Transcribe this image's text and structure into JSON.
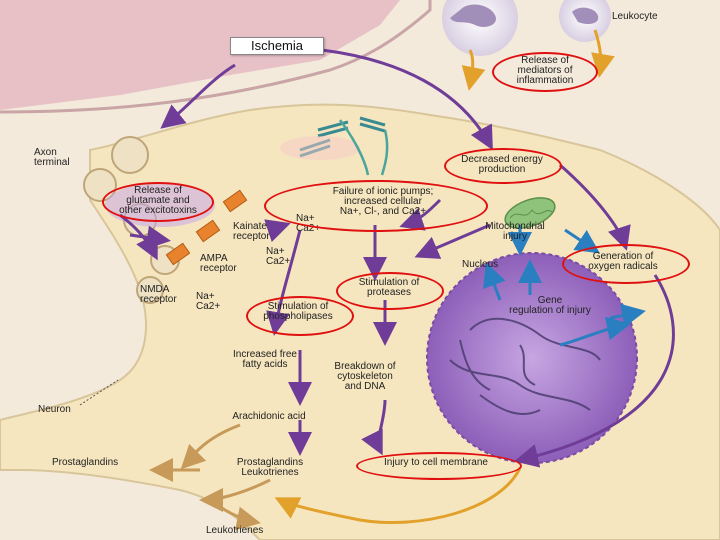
{
  "labels": {
    "leukocyte": "Leukocyte",
    "ischemia": "Ischemia",
    "mediators": "Release of\nmediators of\ninflammation",
    "axon_terminal": "Axon\nterminal",
    "decreased_energy": "Decreased energy\nproduction",
    "glutamate": "Release of\nglutamate and\nother excitotoxins",
    "failure_pumps": "Failure of ionic pumps;\nincreased cellular\nNa+, Cl-, and Ca2+",
    "mito_injury": "Mitochondrial\ninjury",
    "kainate": "Kainate\nreceptor",
    "na_ca_1": "Na+\nCa2+",
    "na_ca_2": "Na+\nCa2+",
    "na_ca_3": "Na+\nCa2+",
    "ampa": "AMPA\nreceptor",
    "oxygen_radicals": "Generation of\noxygen radicals",
    "nucleus": "Nucleus",
    "nmda": "NMDA\nreceptor",
    "proteases": "Stimulation of\nproteases",
    "gene_regulation": "Gene\nregulation of injury",
    "phospholipases": "Stimulation of\nphospholipases",
    "free_fatty": "Increased free\nfatty acids",
    "cytoskeleton": "Breakdown of\ncytoskeleton\nand DNA",
    "neuron": "Neuron",
    "arachidonic": "Arachidonic acid",
    "prostaglandins": "Prostaglandins",
    "prost_leuko": "Prostaglandins\nLeukotrienes",
    "injury_membrane": "Injury to cell membrane",
    "leukotrienes": "Leukotrienes"
  },
  "colors": {
    "cytoplasm": "#f6e6bf",
    "background": "#f3eadb",
    "nucleus": "#9f73c6",
    "arrow_purple": "#6f3d97",
    "arrow_blue": "#2a7fc1",
    "arrow_orange": "#e2a12b",
    "arrow_tan": "#c79a5a",
    "highlight_red": "#e01010",
    "receptor": "#e8822c"
  }
}
